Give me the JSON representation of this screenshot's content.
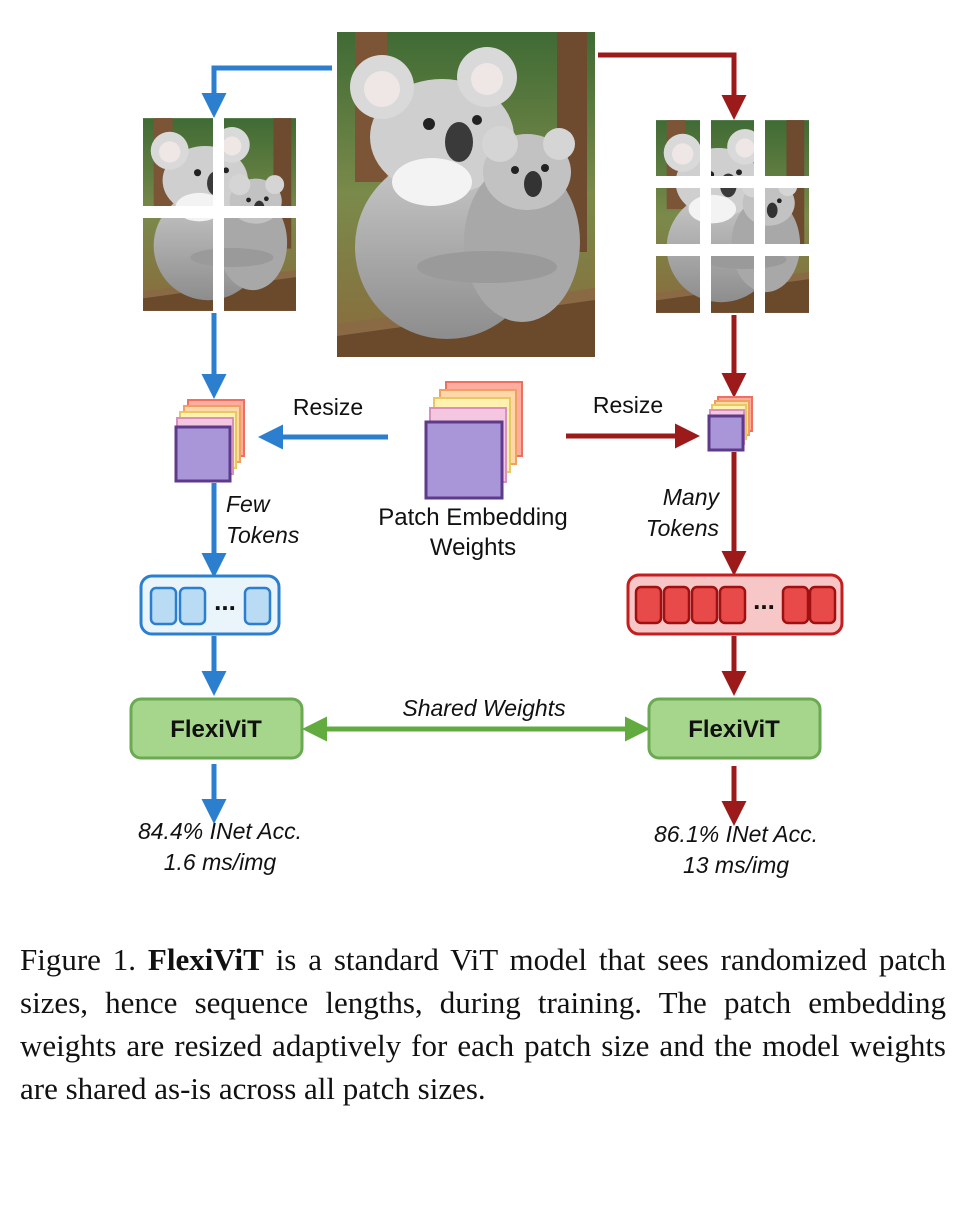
{
  "labels": {
    "resize_left": "Resize",
    "resize_right": "Resize",
    "patch_embedding_line1": "Patch Embedding",
    "patch_embedding_line2": "Weights",
    "few_tokens_line1": "Few",
    "few_tokens_line2": "Tokens",
    "many_tokens_line1": "Many",
    "many_tokens_line2": "Tokens",
    "token_ellipsis_left": "...",
    "token_ellipsis_right": "...",
    "model_left": "FlexiViT",
    "model_right": "FlexiViT",
    "shared_weights": "Shared Weights",
    "result_left_line1": "84.4% INet Acc.",
    "result_left_line2": "1.6 ms/img",
    "result_right_line1": "86.1% INet Acc.",
    "result_right_line2": "13 ms/img"
  },
  "caption": {
    "prefix": "Figure 1. ",
    "bold": "FlexiViT",
    "text": " is a standard ViT model that sees randomized patch sizes, hence sequence lengths, during training.  The patch embedding weights are resized adaptively for each patch size and the model weights are shared as-is across all patch sizes."
  },
  "colors": {
    "blue_arrow": "#2b7fce",
    "red_arrow": "#9c1a1a",
    "green_arrow": "#62ab3f",
    "model_fill": "#a6d58c",
    "model_stroke": "#6aaa52",
    "purple": "#a896d9",
    "purple_stroke": "#5e3a8a"
  },
  "icons": {
    "main_image": "koala-photo",
    "left_patches": "koala-2x2-patch-grid",
    "right_patches": "koala-3x3-patch-grid"
  }
}
